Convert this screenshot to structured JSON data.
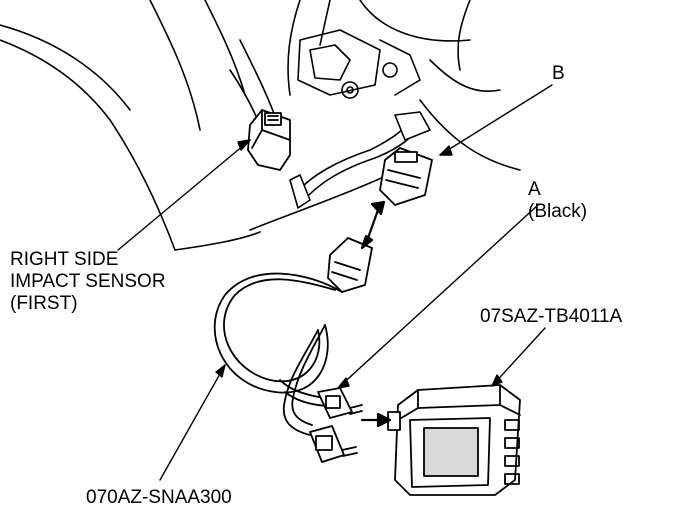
{
  "labels": {
    "b": "B",
    "a": "A",
    "a_note": "(Black)",
    "sensor_line1": "RIGHT SIDE",
    "sensor_line2": "IMPACT SENSOR",
    "sensor_line3": "(FIRST)",
    "tool_box": "07SAZ-TB4011A",
    "tool_harness": "070AZ-SNAA300"
  },
  "colors": {
    "ink": "#000000",
    "paper": "#ffffff",
    "window": "#d9d9d9"
  }
}
